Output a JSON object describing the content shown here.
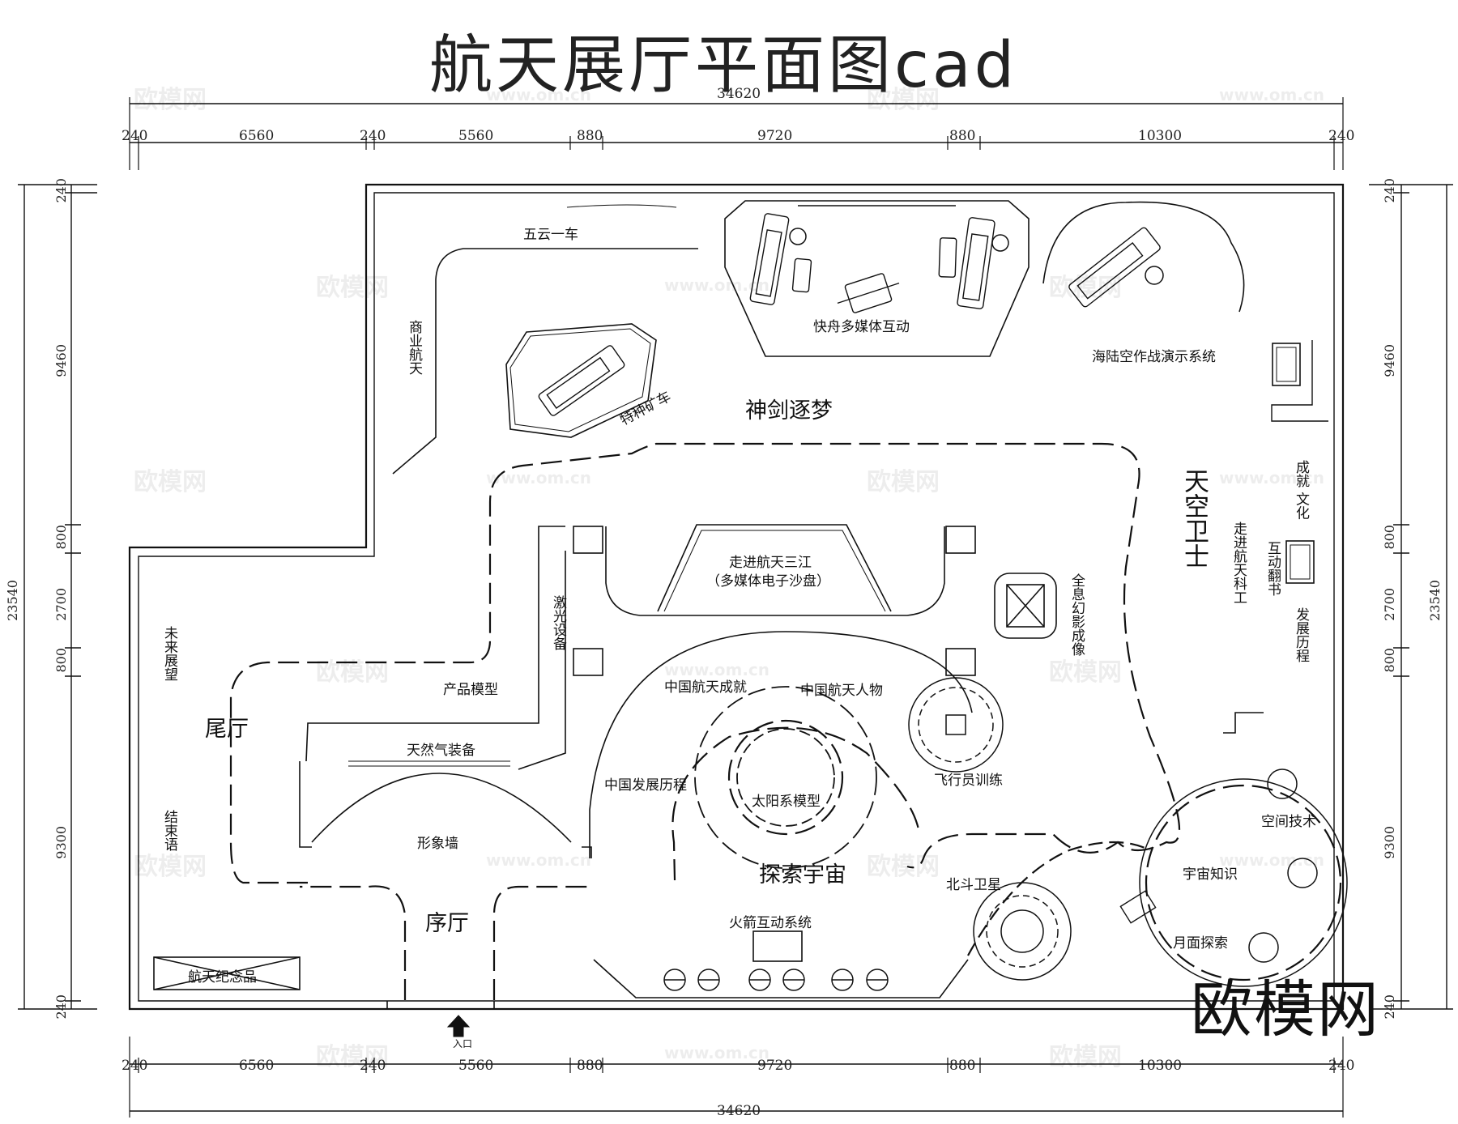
{
  "title": "航天展厅平面图cad",
  "brand": "欧模网",
  "watermark": {
    "text": "欧模网",
    "url": "www.om.cn"
  },
  "dimensions": {
    "total_width": "34620",
    "total_height": "23540",
    "horizontal": [
      "240",
      "6560",
      "240",
      "5560",
      "880",
      "9720",
      "880",
      "10300",
      "240"
    ],
    "vertical": [
      "240",
      "9460",
      "800",
      "2700",
      "800",
      "9300",
      "240"
    ]
  },
  "entrance": "入口",
  "zones": {
    "shenjian": "神剑逐梦",
    "tiankong": "天空卫士",
    "tanshuo": "探索宇宙",
    "xuting": "序厅",
    "weiting": "尾厅"
  },
  "labels": {
    "wuyun": "五云一车",
    "shangye": "商业航天",
    "kuaizhou": "快舟多媒体互动",
    "tezhong": "特种矿车",
    "hailu": "海陆空作战演示系统",
    "chengjiu_wenhua": "成就 文化",
    "zoujin_keji": "走进航天科工",
    "hudong_fanshu": "互动翻书",
    "fazhan_licheng_v": "发展历程",
    "quanxi": "全息幻影成像",
    "sanjiang_1": "走进航天三江",
    "sanjiang_2": "（多媒体电子沙盘）",
    "jiguang": "激光设备",
    "chanpin": "产品模型",
    "tianranqi": "天然气装备",
    "weilai": "未来展望",
    "jieshu": "结束语",
    "xingxiang": "形象墙",
    "jinianpin": "航天纪念品",
    "chengjiu": "中国航天成就",
    "renwu": "中国航天人物",
    "fazhan": "中国发展历程",
    "taiyang": "太阳系模型",
    "feixing": "飞行员训练",
    "beidou": "北斗卫星",
    "huojian": "火箭互动系统",
    "kongjian": "空间技术",
    "yuzhou": "宇宙知识",
    "yuemian": "月面探索"
  }
}
